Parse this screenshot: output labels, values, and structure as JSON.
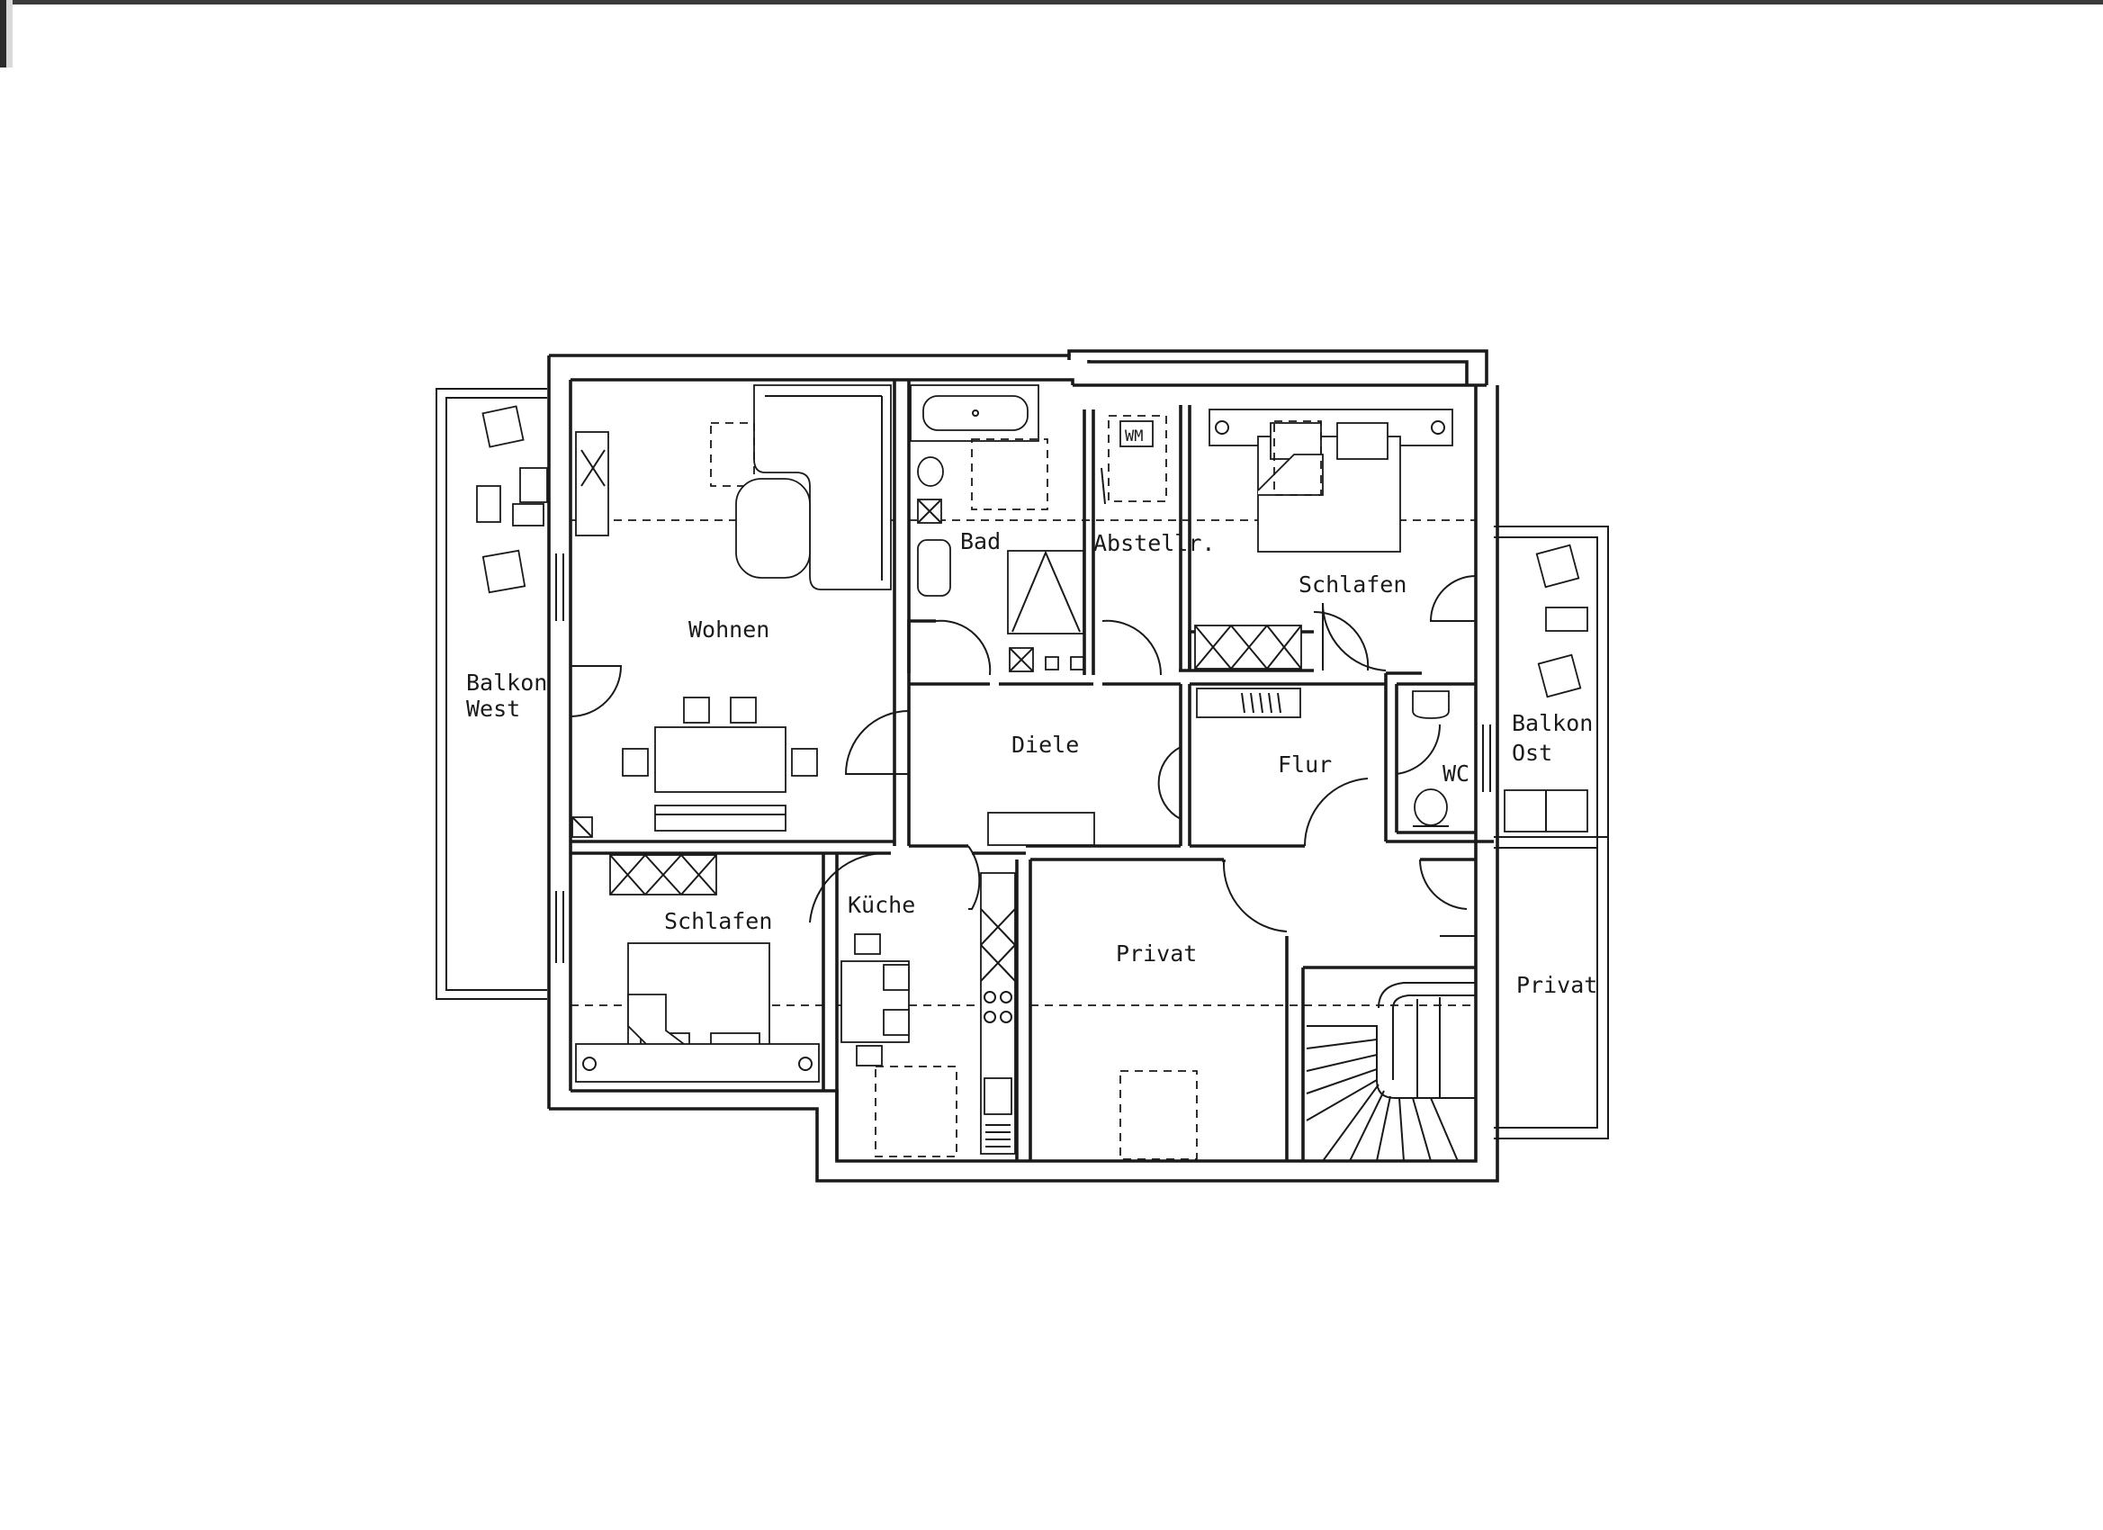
{
  "plan": {
    "rooms": [
      {
        "id": "wohnen",
        "name": "Wohnen"
      },
      {
        "id": "bad",
        "name": "Bad"
      },
      {
        "id": "abstellraum",
        "name": "Abstellr."
      },
      {
        "id": "schlafen-ost",
        "name": "Schlafen"
      },
      {
        "id": "balkon-west-1",
        "name": "Balkon"
      },
      {
        "id": "balkon-west-2",
        "name": "West"
      },
      {
        "id": "diele",
        "name": "Diele"
      },
      {
        "id": "flur",
        "name": "Flur"
      },
      {
        "id": "wc",
        "name": "WC"
      },
      {
        "id": "balkon-ost-1",
        "name": "Balkon"
      },
      {
        "id": "balkon-ost-2",
        "name": "Ost"
      },
      {
        "id": "schlafen-west",
        "name": "Schlafen"
      },
      {
        "id": "kueche",
        "name": "Küche"
      },
      {
        "id": "privat-mitte",
        "name": "Privat"
      },
      {
        "id": "privat-ost",
        "name": "Privat"
      }
    ],
    "fixtures": {
      "washing_machine": "WM"
    }
  }
}
